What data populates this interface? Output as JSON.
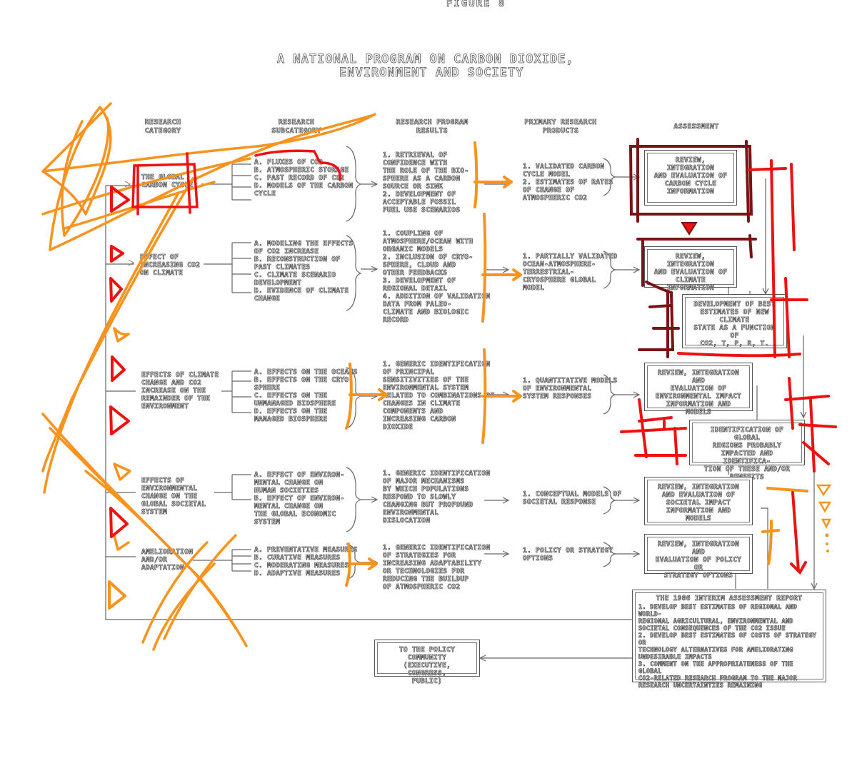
{
  "figure_label": "Figure 8",
  "title_line1": "A NATIONAL PROGRAM ON CARBON DIOXIDE,",
  "title_line2": "ENVIRONMENT AND SOCIETY",
  "headers": {
    "col1": "RESEARCH\nCATEGORY",
    "col2": "RESEARCH\nSUBCATEGORY",
    "col3": "RESEARCH PROGRAM\nRESULTS",
    "col4": "PRIMARY RESEARCH\nPRODUCTS",
    "col5": "ASSESSMENT"
  },
  "rows": [
    {
      "category": "THE GLOBAL\nCARBON CYCLE",
      "subcategories": "A. FLUXES OF CO2\nB. ATMOSPHERIC STORAGE\nC. PAST RECORD OF CO2\nD. MODELS OF THE CARBON\n   CYCLE",
      "results": "1. RETRIEVAL OF\n   CONFIDENCE WITH\n   THE ROLE OF THE BIO-\n   SPHERE AS A CARBON\n   SOURCE OR SINK\n2. DEVELOPMENT OF\n   ACCEPTABLE FOSSIL\n   FUEL USE SCENARIOS",
      "products": "1. VALIDATED CARBON\n   CYCLE MODEL\n2. ESTIMATES OF RATES\n   OF CHANGE OF\n   ATMOSPHERIC CO2"
    },
    {
      "category": "EFFECT OF\nINCREASING CO2\nON CLIMATE",
      "subcategories": "A. MODELING THE EFFECTS\n   OF CO2 INCREASE\nB. RECONSTRUCTION OF\n   PAST CLIMATES\nC. CLIMATE SCENARIO\n   DEVELOPMENT\nD. EVIDENCE OF CLIMATE\n   CHANGE",
      "results": "1. COUPLING OF\n   ATMOSPHERE/OCEAN WITH\n   ORGANIC MODELS\n2. INCLUSION OF CRYO-\n   SPHERE, CLOUD AND\n   OTHER FEEDBACKS\n3. DEVELOPMENT OF\n   REGIONAL DETAIL\n4. ADDITION OF VALIDATION\n   DATA FROM PALEO-\n   CLIMATE AND BIOLOGIC\n   RECORD",
      "products": "1. PARTIALLY VALIDATED\n   OCEAN-ATMOSPHERE-\n   TERRESTRIAL-\n   CRYOSPHERE GLOBAL\n   MODEL"
    },
    {
      "category": "EFFECTS OF CLIMATE\nCHANGE AND CO2\nINCREASE ON THE\nREMAINDER OF THE\nENVIRONMENT",
      "subcategories": "A. EFFECTS ON THE OCEANS\nB. EFFECTS ON THE CRYO-\n   SPHERE\nC. EFFECTS ON THE\n   UNMANAGED BIOSPHERE\nD. EFFECTS ON THE\n   MANAGED BIOSPHERE",
      "results": "1. GENERIC IDENTIFICATION\n   OF PRINCIPAL\n   SENSITIVITIES OF THE\n   ENVIRONMENTAL SYSTEM\n   RELATED TO COMBINATIONS OF\n   CHANGES IN CLIMATE\n   COMPONENTS AND\n   INCREASING CARBON\n   DIOXIDE",
      "products": "1. QUANTITATIVE MODELS\n   OF ENVIRONMENTAL\n   SYSTEM RESPONSES"
    },
    {
      "category": "EFFECTS OF\nENVIRONMENTAL\nCHANGE ON THE\nGLOBAL SOCIETAL\nSYSTEM",
      "subcategories": "A. EFFECT OF ENVIRON-\n   MENTAL CHANGE ON\n   HUMAN SOCIETIES\nB. EFFECT OF ENVIRON-\n   MENTAL CHANGE ON\n   THE GLOBAL ECONOMIC\n   SYSTEM",
      "results": "1. GENERIC IDENTIFICATION\n   OF MAJOR MECHANISMS\n   BY WHICH POPULATIONS\n   RESPOND TO SLOWLY\n   CHANGING BUT PROFOUND\n   ENVIRONMENTAL\n   DISLOCATION",
      "products": "1. CONCEPTUAL MODELS OF\n   SOCIETAL RESPONSE"
    },
    {
      "category": "AMELIORATION\nAND/OR\nADAPTATION",
      "subcategories": "A. PREVENTATIVE MEASURES\nB. CURATIVE MEASURES\nC. MODERATING MEASURES\nD. ADAPTIVE MEASURES",
      "results": "1. GENERIC IDENTIFICATION\n   OF STRATEGIES FOR\n   INCREASING ADAPTABILITY\n   OR TECHNOLOGIES FOR\n   REDUCING THE BUILDUP\n   OF ATMOSPHERIC CO2",
      "products": "1. POLICY OR STRATEGY\n   OPTIONS"
    }
  ],
  "assessment_boxes": [
    "REVIEW, INTEGRATION\nAND EVALUATION OF\nCARBON CYCLE\nINFORMATION",
    "REVIEW, INTEGRATION\nAND EVALUATION OF\nCLIMATE INFORMATION",
    "DEVELOPMENT OF BEST\nESTIMATES OF NEW CLIMATE\nSTATE AS A FUNCTION OF\nCO2, T, P, R, T.",
    "REVIEW, INTEGRATION AND\nEVALUATION OF\nENVIRONMENTAL IMPACT\nINFORMATION AND MODELS",
    "IDENTIFICATION OF GLOBAL\nREGIONS PROBABLY\nIMPACTED AND IDENTIFICA-\nTION OF THESE AND/OR\nBENEFITS",
    "REVIEW, INTEGRATION\nAND EVALUATION OF\nSOCIETAL IMPACT\nINFORMATION AND MODELS",
    "REVIEW, INTEGRATION AND\nEVALUATION OF POLICY OR\nSTRATEGY OPTIONS"
  ],
  "final_report": {
    "title": "THE 1986 INTERIM ASSESSMENT REPORT",
    "items": "1. DEVELOP BEST ESTIMATES OF REGIONAL AND WORLD-\n   REGIONAL AGRICULTURAL, ENVIRONMENTAL AND\n   SOCIETAL CONSEQUENCES OF THE CO2 ISSUE\n2. DEVELOP BEST ESTIMATES OF COSTS OF STRATEGY OR\n   TECHNOLOGY ALTERNATIVES FOR AMELIORATING\n   UNDESIRABLE IMPACTS\n3. COMMENT ON THE APPROPRIATENESS OF THE GLOBAL\n   CO2-RELATED RESEARCH PROGRAM TO THE MAJOR\n   RESEARCH UNCERTAINTIES REMAINING"
  },
  "policy_box": "TO THE POLICY COMMUNITY\n(EXECUTIVE, CONGRESS,\nPUBLIC)",
  "colors": {
    "ink": "#555555",
    "orange": "#f7931e",
    "red": "#ee1111",
    "dark_red": "#7a1414"
  }
}
